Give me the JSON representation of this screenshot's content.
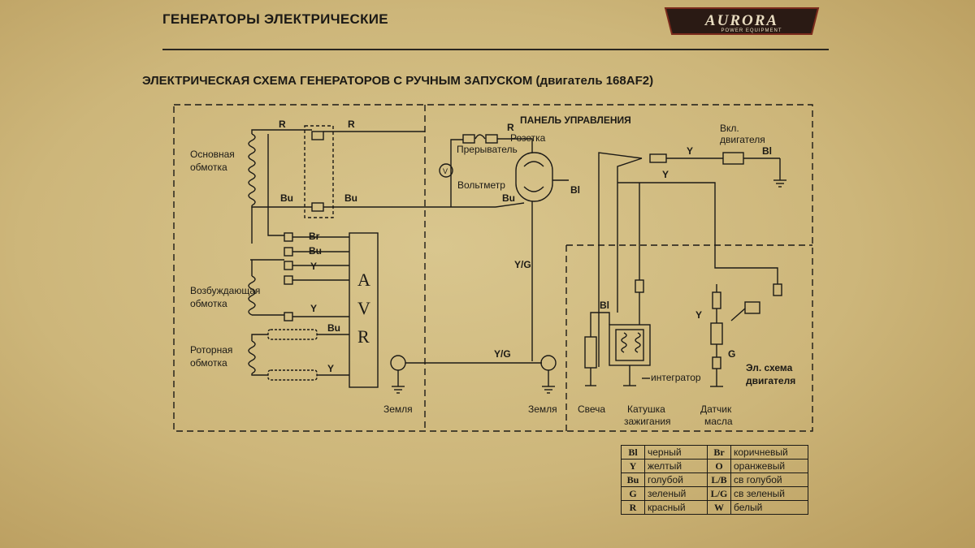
{
  "header": {
    "title": "ГЕНЕРАТОРЫ ЭЛЕКТРИЧЕСКИЕ",
    "logo_main": "AURORA",
    "logo_sub": "POWER EQUIPMENT"
  },
  "subtitle": "ЭЛЕКТРИЧЕСКАЯ СХЕМА ГЕНЕРАТОРОВ С РУЧНЫМ ЗАПУСКОМ (двигатель 168AF2)",
  "labels": {
    "main_winding": [
      "Основная",
      "обмотка"
    ],
    "excitation_winding": [
      "Возбуждающая",
      "обмотка"
    ],
    "rotor_winding": [
      "Роторная",
      "обмотка"
    ],
    "control_panel": "ПАНЕЛЬ УПРАВЛЕНИЯ",
    "breaker": "Прерыватель",
    "socket": "Розетка",
    "voltmeter": "Вольтметр",
    "voltmeter_symbol": "V",
    "engine_switch": [
      "Вкл.",
      "двигателя"
    ],
    "ground_left": "Земля",
    "ground_mid": "Земля",
    "spark_plug": "Свеча",
    "ignition_coil": [
      "Катушка",
      "зажигания"
    ],
    "integrator": "интегратор",
    "oil_sensor": [
      "Датчик",
      "масла"
    ],
    "engine_circuit": [
      "Эл. схема",
      "двигателя"
    ],
    "avr": [
      "A",
      "V",
      "R"
    ]
  },
  "wires": {
    "r1": "R",
    "r2": "R",
    "r3": "R",
    "bu_main1": "Bu",
    "bu_main2": "Bu",
    "bu_socket": "Bu",
    "bl_socket": "Bl",
    "br": "Br",
    "bu_avr1": "Bu",
    "y_avr1": "Y",
    "y_avr2": "Y",
    "bu_avr2": "Bu",
    "y_avr3": "Y",
    "yg1": "Y/G",
    "yg2": "Y/G",
    "y_sw1": "Y",
    "y_sw2": "Y",
    "bl_sw": "Bl",
    "bl_plug": "Bl",
    "y_oil": "Y",
    "g_oil": "G"
  },
  "legend": [
    {
      "c1": "Bl",
      "n1": "черный",
      "c2": "Br",
      "n2": "коричневый"
    },
    {
      "c1": "Y",
      "n1": "желтый",
      "c2": "O",
      "n2": "оранжевый"
    },
    {
      "c1": "Bu",
      "n1": "голубой",
      "c2": "L/B",
      "n2": "св голубой"
    },
    {
      "c1": "G",
      "n1": "зеленый",
      "c2": "L/G",
      "n2": "св зеленый"
    },
    {
      "c1": "R",
      "n1": "красный",
      "c2": "W",
      "n2": "белый"
    }
  ]
}
